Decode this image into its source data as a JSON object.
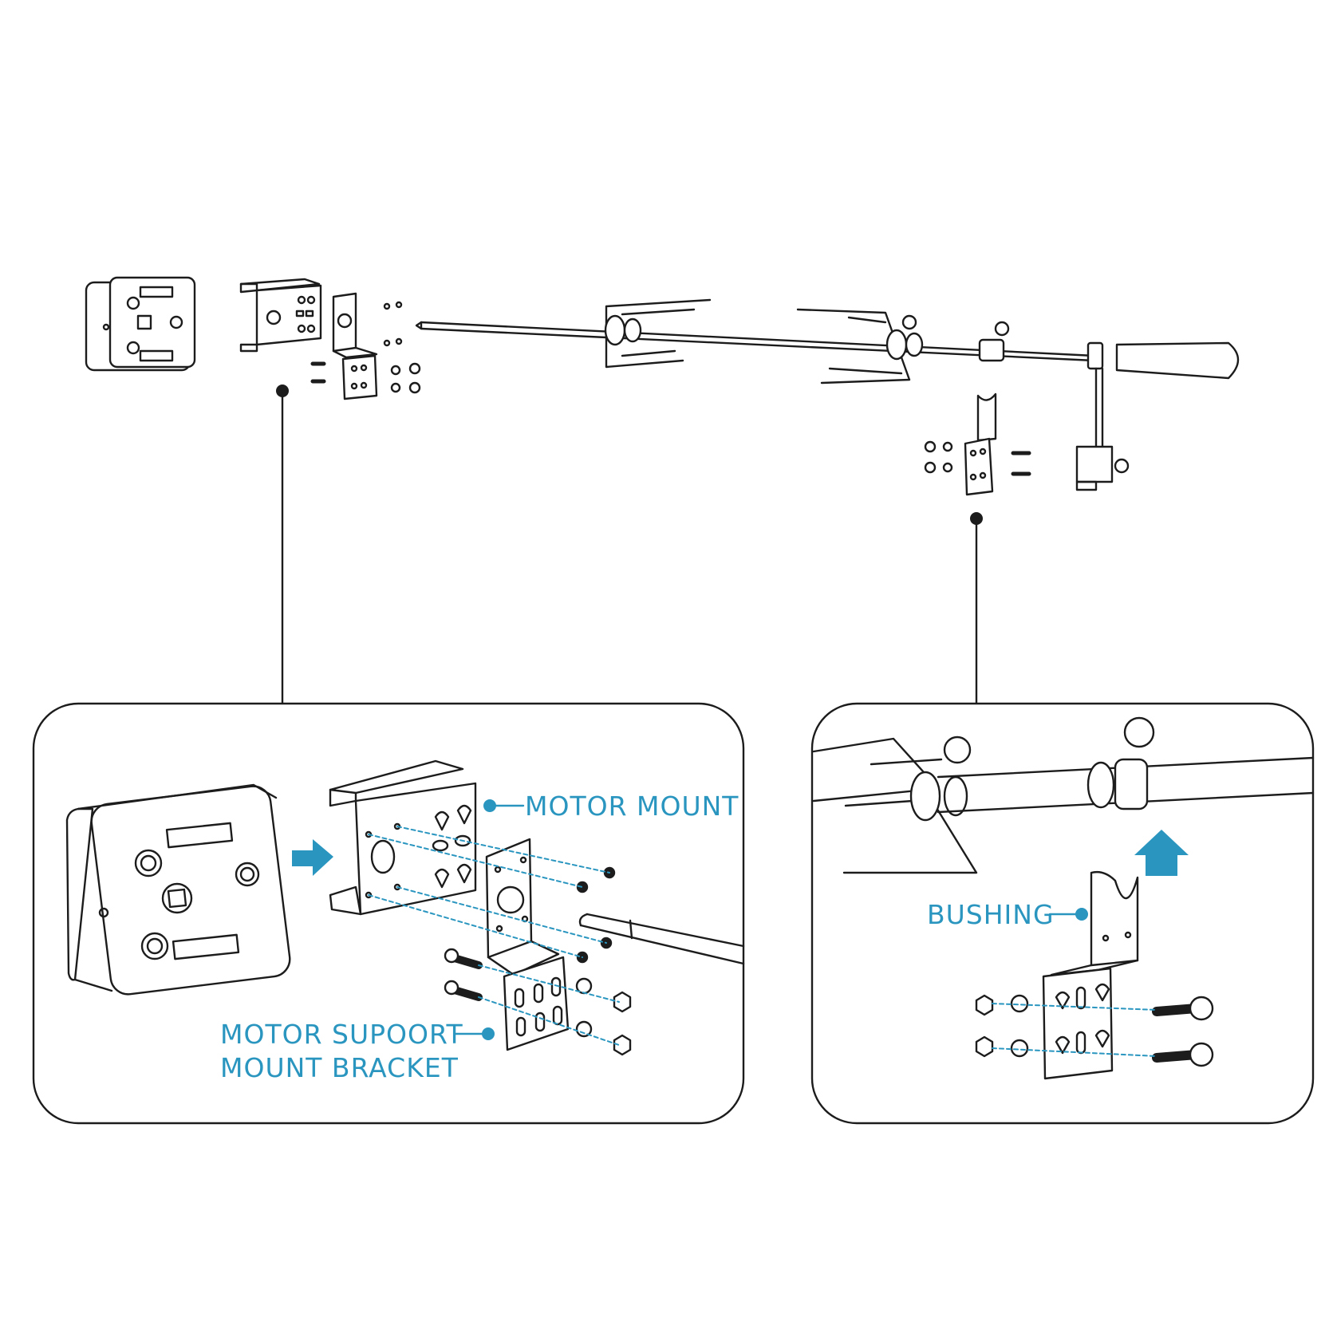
{
  "colors": {
    "accent": "#2a96c0",
    "line": "#1c1c1c",
    "background": "#ffffff"
  },
  "callouts": {
    "motor_mount": "MOTOR MOUNT",
    "motor_support_line1": "MOTOR SUPOORT",
    "motor_support_line2": "MOUNT BRACKET",
    "bushing": "BUSHING"
  }
}
